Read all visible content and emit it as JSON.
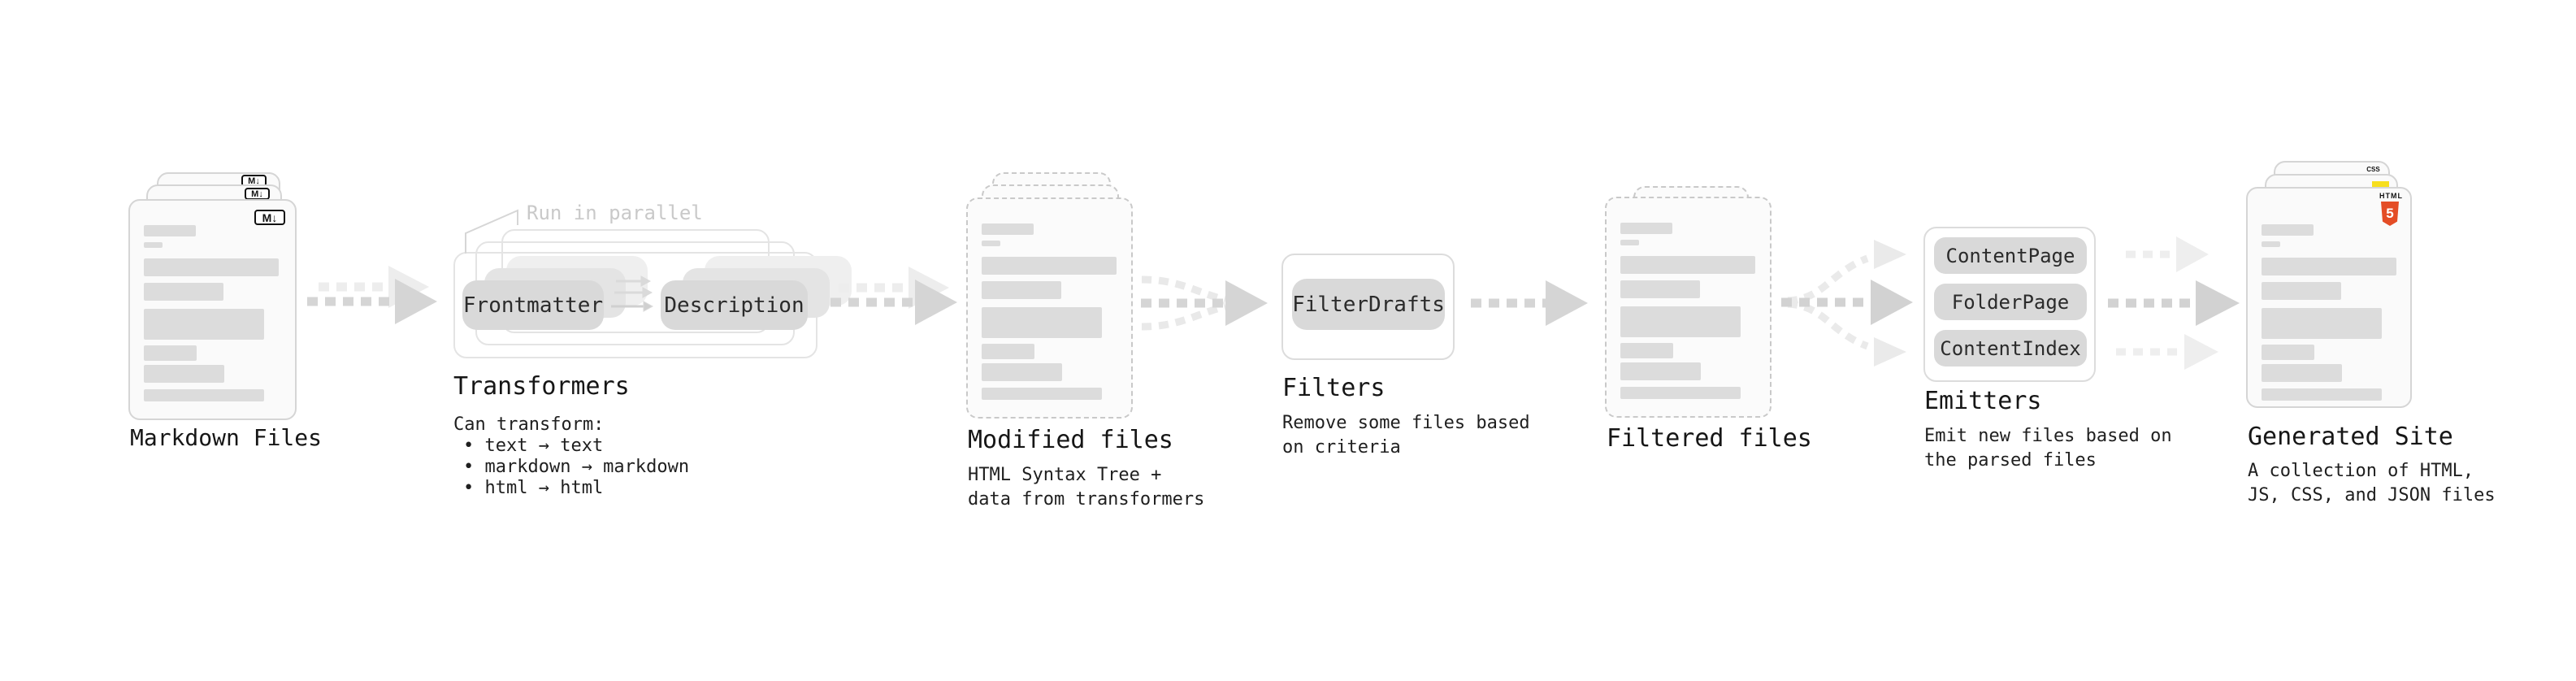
{
  "colors": {
    "html5_orange": "#e44d26",
    "js_yellow": "#f7df1e",
    "css_blue": "#1572b6",
    "pill_gray": "#d9d9d9",
    "bar_gray": "#dcdcdc",
    "arrow_gray": "#d5d5d5",
    "arrow_ghost_gray": "#ededed"
  },
  "stages": {
    "markdown_files": {
      "label": "Markdown Files",
      "badge": "M↓"
    },
    "transformers": {
      "annotation": "Run in parallel",
      "button_left": "Frontmatter",
      "button_right": "Description",
      "title": "Transformers",
      "caption_heading": "Can transform:",
      "bullets": [
        "• text → text",
        "• markdown → markdown",
        "• html → html"
      ]
    },
    "modified_files": {
      "title": "Modified files",
      "caption": "HTML Syntax Tree +\ndata from transformers"
    },
    "filters": {
      "button": "FilterDrafts",
      "title": "Filters",
      "caption": "Remove some files based\non criteria"
    },
    "filtered_files": {
      "title": "Filtered files"
    },
    "emitters": {
      "buttons": [
        "ContentPage",
        "FolderPage",
        "ContentIndex"
      ],
      "title": "Emitters",
      "caption": "Emit new files based on\nthe parsed files"
    },
    "generated_site": {
      "title": "Generated Site",
      "caption": "A collection of HTML,\nJS, CSS, and JSON files",
      "badges": {
        "css": "CSS",
        "html_label": "HTML",
        "html_number": "5"
      }
    }
  }
}
